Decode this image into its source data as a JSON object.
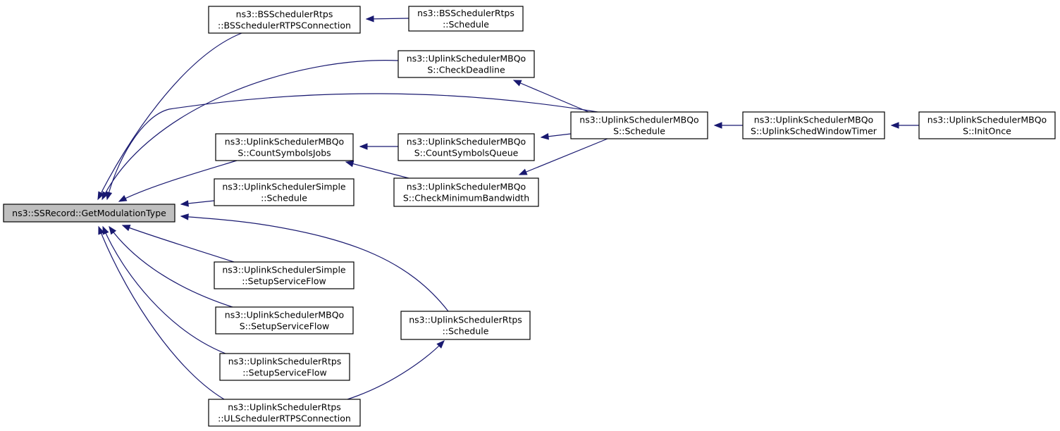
{
  "diagram": {
    "type": "doxygen-caller-graph",
    "edge_color": "#191970",
    "root_fill": "#bfbfbf",
    "nodes": [
      {
        "id": "root",
        "lines": [
          "ns3::SSRecord::GetModulationType"
        ]
      },
      {
        "id": "bs_rtps_conn",
        "lines": [
          "ns3::BSSchedulerRtps",
          "::BSSchedulerRTPSConnection"
        ]
      },
      {
        "id": "bs_rtps_sched",
        "lines": [
          "ns3::BSSchedulerRtps",
          "::Schedule"
        ]
      },
      {
        "id": "mbqos_checkdeadline",
        "lines": [
          "ns3::UplinkSchedulerMBQo",
          "S::CheckDeadline"
        ]
      },
      {
        "id": "mbqos_countjobs",
        "lines": [
          "ns3::UplinkSchedulerMBQo",
          "S::CountSymbolsJobs"
        ]
      },
      {
        "id": "mbqos_countqueue",
        "lines": [
          "ns3::UplinkSchedulerMBQo",
          "S::CountSymbolsQueue"
        ]
      },
      {
        "id": "mbqos_checkminbw",
        "lines": [
          "ns3::UplinkSchedulerMBQo",
          "S::CheckMinimumBandwidth"
        ]
      },
      {
        "id": "mbqos_schedule",
        "lines": [
          "ns3::UplinkSchedulerMBQo",
          "S::Schedule"
        ]
      },
      {
        "id": "mbqos_windowtimer",
        "lines": [
          "ns3::UplinkSchedulerMBQo",
          "S::UplinkSchedWindowTimer"
        ]
      },
      {
        "id": "mbqos_initonce",
        "lines": [
          "ns3::UplinkSchedulerMBQo",
          "S::InitOnce"
        ]
      },
      {
        "id": "simple_schedule",
        "lines": [
          "ns3::UplinkSchedulerSimple",
          "::Schedule"
        ]
      },
      {
        "id": "simple_setup",
        "lines": [
          "ns3::UplinkSchedulerSimple",
          "::SetupServiceFlow"
        ]
      },
      {
        "id": "mbqos_setup",
        "lines": [
          "ns3::UplinkSchedulerMBQo",
          "S::SetupServiceFlow"
        ]
      },
      {
        "id": "rtps_setup",
        "lines": [
          "ns3::UplinkSchedulerRtps",
          "::SetupServiceFlow"
        ]
      },
      {
        "id": "rtps_ulconn",
        "lines": [
          "ns3::UplinkSchedulerRtps",
          "::ULSchedulerRTPSConnection"
        ]
      },
      {
        "id": "rtps_schedule",
        "lines": [
          "ns3::UplinkSchedulerRtps",
          "::Schedule"
        ]
      }
    ],
    "edges": [
      {
        "from": "bs_rtps_conn",
        "to": "root"
      },
      {
        "from": "mbqos_checkdeadline",
        "to": "root"
      },
      {
        "from": "mbqos_schedule",
        "to": "root"
      },
      {
        "from": "mbqos_countjobs",
        "to": "root"
      },
      {
        "from": "simple_schedule",
        "to": "root"
      },
      {
        "from": "rtps_schedule",
        "to": "root"
      },
      {
        "from": "simple_setup",
        "to": "root"
      },
      {
        "from": "mbqos_setup",
        "to": "root"
      },
      {
        "from": "rtps_setup",
        "to": "root"
      },
      {
        "from": "rtps_ulconn",
        "to": "root"
      },
      {
        "from": "bs_rtps_sched",
        "to": "bs_rtps_conn"
      },
      {
        "from": "mbqos_schedule",
        "to": "mbqos_checkdeadline"
      },
      {
        "from": "mbqos_countqueue",
        "to": "mbqos_countjobs"
      },
      {
        "from": "mbqos_checkminbw",
        "to": "mbqos_countjobs"
      },
      {
        "from": "mbqos_schedule",
        "to": "mbqos_countqueue"
      },
      {
        "from": "mbqos_schedule",
        "to": "mbqos_checkminbw"
      },
      {
        "from": "mbqos_windowtimer",
        "to": "mbqos_schedule"
      },
      {
        "from": "mbqos_initonce",
        "to": "mbqos_windowtimer"
      },
      {
        "from": "rtps_ulconn",
        "to": "rtps_schedule"
      }
    ]
  }
}
